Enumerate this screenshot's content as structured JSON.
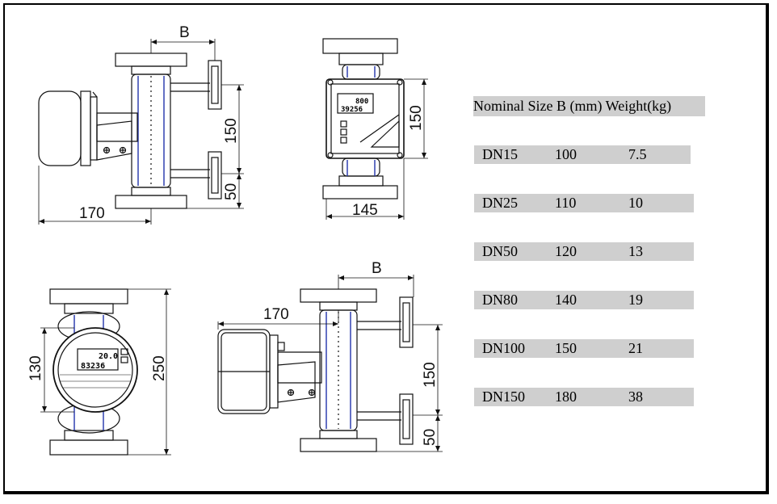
{
  "dimensions": {
    "top_left": {
      "b": "B",
      "height": "150",
      "flange": "50",
      "width": "170"
    },
    "top_right": {
      "height": "150",
      "width": "145"
    },
    "bottom_left": {
      "inner": "130",
      "total": "250"
    },
    "bottom_right": {
      "b": "B",
      "width": "170",
      "height": "150",
      "flange": "50"
    }
  },
  "display": {
    "front_top": "800",
    "front_counter": "39256",
    "round_top": "20.0",
    "round_counter": "83236"
  },
  "table": {
    "header": "Nominal Size B (mm) Weight(kg)",
    "rows": [
      {
        "size": "DN15",
        "b": "100",
        "weight": "7.5"
      },
      {
        "size": "DN25",
        "b": "110",
        "weight": "10"
      },
      {
        "size": "DN50",
        "b": "120",
        "weight": "13"
      },
      {
        "size": "DN80",
        "b": "140",
        "weight": "19"
      },
      {
        "size": "DN100",
        "b": "150",
        "weight": "21"
      },
      {
        "size": "DN150",
        "b": "180",
        "weight": "38"
      }
    ]
  }
}
